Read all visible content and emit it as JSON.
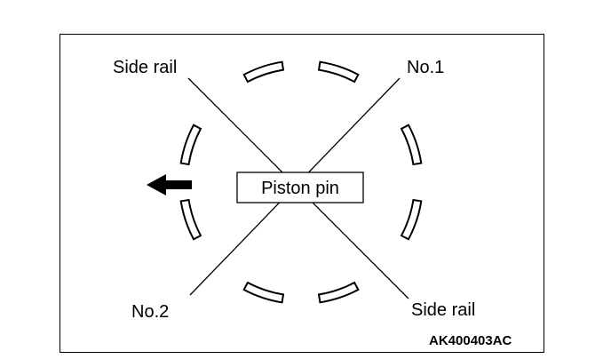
{
  "labels": {
    "top_left": "Side rail",
    "top_right": "No.1",
    "bottom_left": "No.2",
    "bottom_right": "Side rail",
    "center": "Piston pin"
  },
  "code": "AK400403AC",
  "icons": {
    "direction_arrow": "arrow-left-icon"
  },
  "colors": {
    "line": "#000000",
    "background": "#ffffff"
  }
}
